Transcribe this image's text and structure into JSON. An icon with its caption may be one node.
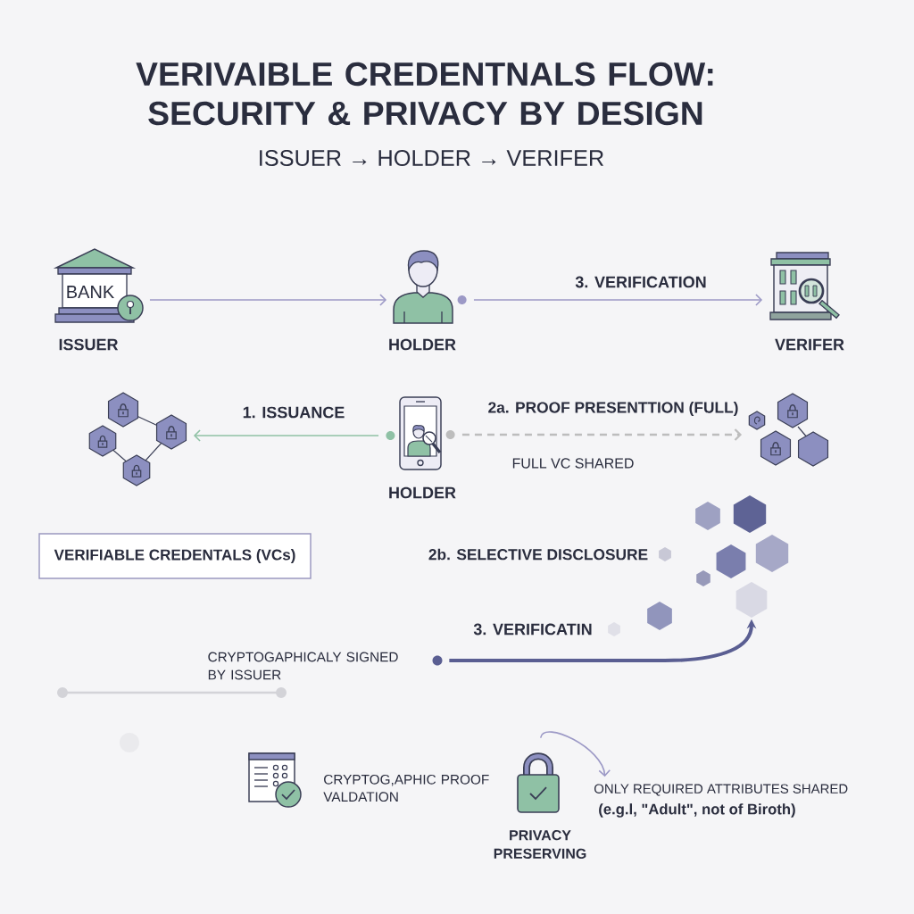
{
  "diagram": {
    "title": "VERIVAIBLE CREDENTNALS FLOW: SECURITY & PRIVACY BY DESIGN",
    "nodes": [
      {
        "text": [
          "BANK"
        ],
        "beside": [
          "ISSUER"
        ]
      },
      {
        "text": [],
        "shape": "person",
        "beside": [
          "HOLDER"
        ]
      },
      {
        "text": [],
        "shape": "picture",
        "beside": [
          "VERIFER"
        ]
      },
      {
        "text": [],
        "shape": "picture"
      },
      {
        "text": [],
        "shape": "picture",
        "beside": [
          "HOLDER"
        ]
      },
      {
        "text": [],
        "shape": "picture"
      },
      {
        "text": [
          "VERIFIABLE CREDENTALS (VCs)"
        ]
      },
      {
        "text": [],
        "shape": "hexagon"
      },
      {
        "text": [],
        "shape": "picture",
        "beside": [
          "CRYPTOG,APHIC PROOF VALDATION"
        ]
      },
      {
        "text": [],
        "shape": "picture",
        "beside": [
          "PRIVACY PRESERVING"
        ]
      },
      {
        "text": [
          "ONLY REQUIRED ATTRIBUTES SHARED",
          "(e.g.l, \"Adult\", not of Biroth)"
        ]
      }
    ],
    "edges": [
      {
        "from": 0,
        "to": 1,
        "arrow": "to"
      },
      {
        "from": 1,
        "to": 2,
        "arrow": "to",
        "label": "3. VERIFICATION"
      },
      {
        "from": 4,
        "to": 3,
        "arrow": "to",
        "label": "1. ISSUANCE",
        "color": "#8fc1a5"
      },
      {
        "from": 4,
        "to": 5,
        "arrow": "to",
        "label": "2a. PROOF PRESENTTION (FULL)",
        "style": "dashed",
        "color": "#bdbdbd"
      },
      {
        "from": null,
        "to": 7,
        "arrow": "to",
        "label": "3. VERIFICATIN",
        "style": "thick",
        "color": "#5a5e92"
      },
      {
        "from": 9,
        "to": 10,
        "arrow": "to"
      }
    ],
    "labels": [
      "ISSUER → HOLDER → VERIFER",
      "FULL VC SHARED",
      "2b. SELECTIVE DISCLOSURE",
      "CRYPTOGAPHICALY SIGNED BY ISSUER"
    ]
  }
}
